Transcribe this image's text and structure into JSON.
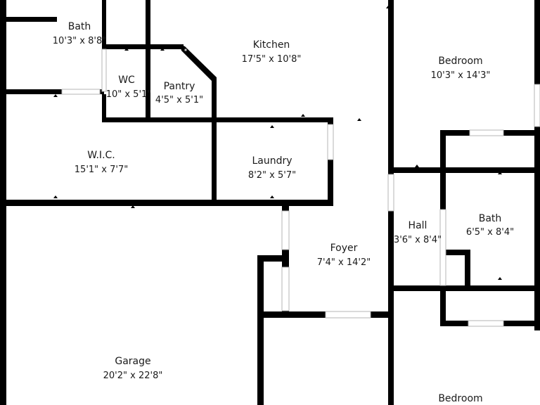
{
  "floorplan": {
    "rooms": [
      {
        "id": "bath-upper",
        "name": "Bath",
        "dims": "10'3\" x 8'8\""
      },
      {
        "id": "kitchen",
        "name": "Kitchen",
        "dims": "17'5\" x 10'8\""
      },
      {
        "id": "bedroom-upper",
        "name": "Bedroom",
        "dims": "10'3\" x 14'3\""
      },
      {
        "id": "wc",
        "name": "WC",
        "dims": "10\" x 5'1\""
      },
      {
        "id": "pantry",
        "name": "Pantry",
        "dims": "4'5\" x 5'1\""
      },
      {
        "id": "wic",
        "name": "W.I.C.",
        "dims": "15'1\" x 7'7\""
      },
      {
        "id": "laundry",
        "name": "Laundry",
        "dims": "8'2\" x 5'7\""
      },
      {
        "id": "hall",
        "name": "Hall",
        "dims": "3'6\" x 8'4\""
      },
      {
        "id": "bath-lower",
        "name": "Bath",
        "dims": "6'5\" x 8'4\""
      },
      {
        "id": "foyer",
        "name": "Foyer",
        "dims": "7'4\" x 14'2\""
      },
      {
        "id": "garage",
        "name": "Garage",
        "dims": "20'2\" x 22'8\""
      },
      {
        "id": "bedroom-lower",
        "name": "Bedroom",
        "dims": ""
      }
    ],
    "colors": {
      "wall": "#000000",
      "opening_edge": "#b5b5b5",
      "background": "#ffffff",
      "text": "#1a1a1a"
    }
  }
}
